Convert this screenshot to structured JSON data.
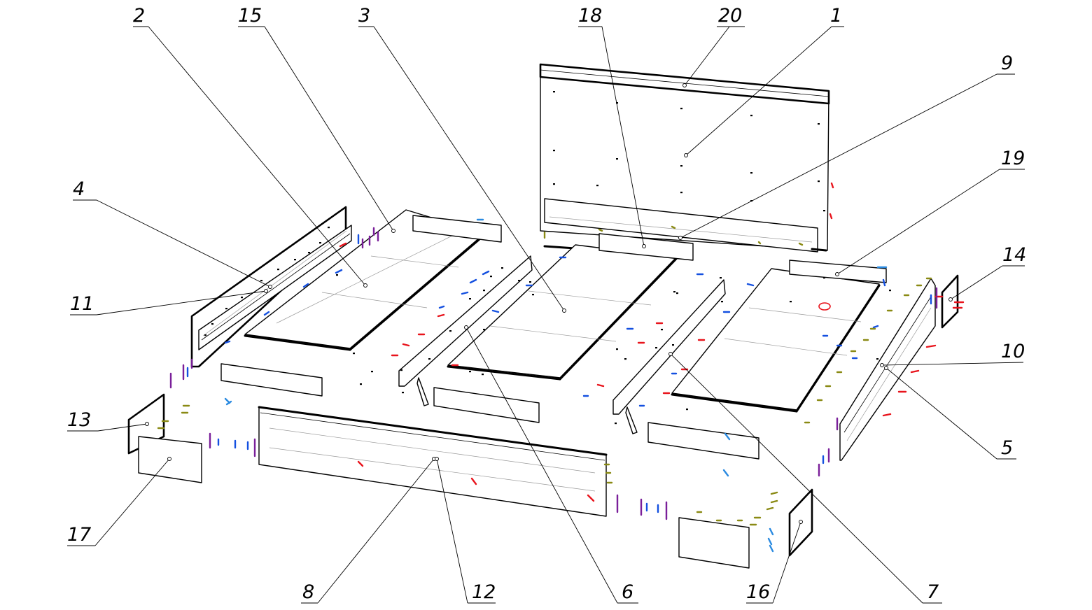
{
  "colors": {
    "line": "#000000",
    "screw": "#e8141c",
    "dowel": "#1450e0",
    "confirmat": "#7a1f9a",
    "eccentric": "#8a8a14",
    "light_blue": "#2a8ae0"
  },
  "callouts": [
    {
      "id": "c1",
      "label": "1"
    },
    {
      "id": "c2",
      "label": "2"
    },
    {
      "id": "c3",
      "label": "3"
    },
    {
      "id": "c4",
      "label": "4"
    },
    {
      "id": "c5",
      "label": "5"
    },
    {
      "id": "c6",
      "label": "6"
    },
    {
      "id": "c7",
      "label": "7"
    },
    {
      "id": "c8",
      "label": "8"
    },
    {
      "id": "c9",
      "label": "9"
    },
    {
      "id": "c10",
      "label": "10"
    },
    {
      "id": "c11",
      "label": "11"
    },
    {
      "id": "c12",
      "label": "12"
    },
    {
      "id": "c13",
      "label": "13"
    },
    {
      "id": "c14",
      "label": "14"
    },
    {
      "id": "c15",
      "label": "15"
    },
    {
      "id": "c16",
      "label": "16"
    },
    {
      "id": "c17",
      "label": "17"
    },
    {
      "id": "c18",
      "label": "18"
    },
    {
      "id": "c19",
      "label": "19"
    },
    {
      "id": "c20",
      "label": "20"
    }
  ]
}
